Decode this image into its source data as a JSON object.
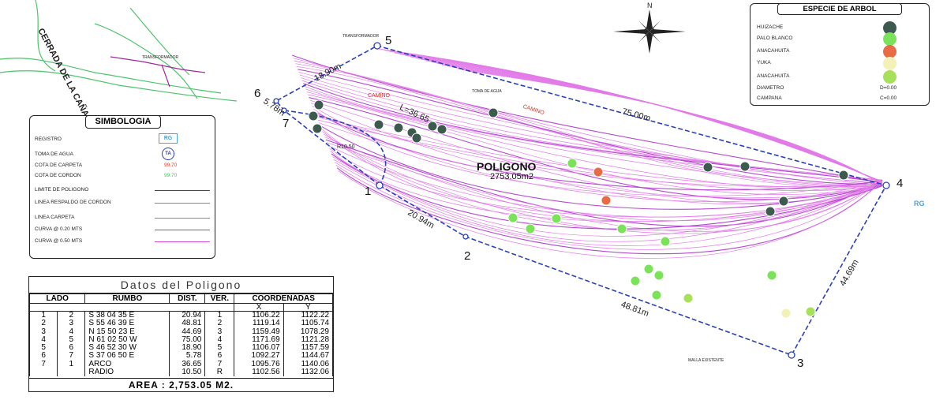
{
  "simbologia": {
    "title": "SIMBOLOGIA",
    "items": [
      {
        "label": "REGISTRO",
        "value": "RG"
      },
      {
        "label": "TOMA DE AGUA",
        "value": "TA"
      },
      {
        "label": "COTA DE CARPETA",
        "value": "99.70"
      },
      {
        "label": "COTA DE CORDON",
        "value": "99.70"
      },
      {
        "label": "LIMITE DE POLIGONO"
      },
      {
        "label": "LINEA RESPALDO DE CORDON"
      },
      {
        "label": "LINEA CARPETA"
      },
      {
        "label": "CURVA @ 0.20 MTS"
      },
      {
        "label": "CURVA @ 0.50 MTS"
      }
    ]
  },
  "especie": {
    "title": "ESPECIE DE ARBOL",
    "items": [
      {
        "label": "HUIZACHE",
        "color": "#3d5a4f"
      },
      {
        "label": "PALO BLANCO",
        "color": "#7be35a"
      },
      {
        "label": "ANACAHUITA",
        "color": "#e86b45"
      },
      {
        "label": "YUKA",
        "color": "#f3f0b8"
      },
      {
        "label": "ANACAHUITA",
        "color": "#a8e05a"
      },
      {
        "label": "DIAMETRO",
        "value": "D=0.00"
      },
      {
        "label": "CAMPANA",
        "value": "C=0.00"
      }
    ]
  },
  "map": {
    "street": "CERRADA DE LA CAÑADA",
    "poligono_title": "POLIGONO",
    "poligono_area": "2753.05m2",
    "camino1": "CAMINO",
    "camino2": "CAMINO",
    "radius_label": "R10.50",
    "arc_label": "L=36.65",
    "transformador": "TRANSFORMADOR",
    "transformador2": "TRANSFORMADOR",
    "toma_agua": "TOMA DE AGUA",
    "malla": "MALLA EXISTENTE",
    "rg_label": "RG",
    "vertices": [
      "1",
      "2",
      "3",
      "4",
      "5",
      "6",
      "7"
    ],
    "dims": [
      "20.94m",
      "48.81m",
      "44.69m",
      "75.00m",
      "18.90m",
      "5.78m"
    ]
  },
  "datos": {
    "title": "Datos del Poligono",
    "headers": [
      "LADO",
      "RUMBO",
      "DIST.",
      "VER.",
      "COORDENADAS"
    ],
    "subheaders": [
      "X",
      "Y"
    ],
    "rows": [
      [
        "1",
        "2",
        "S 38 04 35 E",
        "20.94",
        "1",
        "1106.22",
        "1122.22"
      ],
      [
        "2",
        "3",
        "S 55 46 39 E",
        "48.81",
        "2",
        "1119.14",
        "1105.74"
      ],
      [
        "3",
        "4",
        "N 15 50 23 E",
        "44.69",
        "3",
        "1159.49",
        "1078.29"
      ],
      [
        "4",
        "5",
        "N 61 02 50 W",
        "75.00",
        "4",
        "1171.69",
        "1121.28"
      ],
      [
        "5",
        "6",
        "S 46 52 30 W",
        "18.90",
        "5",
        "1106.07",
        "1157.59"
      ],
      [
        "6",
        "7",
        "S 37 06 50 E",
        "5.78",
        "6",
        "1092.27",
        "1144.67"
      ],
      [
        "7",
        "1",
        "ARCO",
        "36.65",
        "7",
        "1095.76",
        "1140.06"
      ],
      [
        "",
        "",
        "RADIO",
        "10.50",
        "R",
        "1102.56",
        "1132.06"
      ]
    ],
    "area": "AREA : 2,753.05 M2."
  }
}
